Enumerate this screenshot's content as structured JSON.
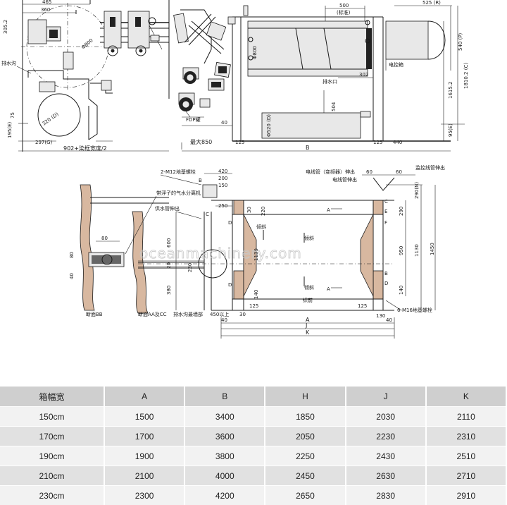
{
  "watermark": "oceanmachinery.com",
  "top_left_view": {
    "dims": [
      "465",
      "360",
      "305.2",
      "Φ800",
      "75",
      "320 (D)",
      "195(E)",
      "297(G)",
      "902+染框宽度/2"
    ],
    "labels": [
      "排水沟"
    ]
  },
  "top_right_view": {
    "dims": [
      "500",
      "(标准)",
      "525 (R)",
      "540 (P)",
      "1810.2 (C)",
      "1615.2",
      "Φ800",
      "302",
      "504",
      "Φ520 (D)",
      "40",
      "125",
      "最大850",
      "B",
      "125",
      "440",
      "95(E)"
    ],
    "labels": [
      "排水口",
      "FDP罐",
      "电控箱"
    ]
  },
  "bottom_sections": {
    "dims": [
      "80",
      "40",
      "80",
      "600",
      "20",
      "230",
      "380"
    ],
    "labels": [
      "断面BB",
      "断面AA及CC"
    ]
  },
  "plan_view": {
    "dims": [
      "420",
      "200",
      "150",
      "250",
      "30",
      "220",
      "1130",
      "140",
      "125",
      "450以上",
      "30",
      "40",
      "A",
      "J",
      "K",
      "60",
      "60",
      "290(N)",
      "290",
      "950",
      "1130",
      "1450",
      "140",
      "125",
      "130",
      "40"
    ],
    "labels": [
      "2-M12地基螺栓",
      "带浮子的气水分离机",
      "供水管伸出",
      "排水沟最墙部",
      "倾斜",
      "倾斜",
      "倾斜",
      "织前",
      "电线管（变频器）伸出",
      "电线管伸出",
      "监控线管伸出",
      "6-M16地基螺栓"
    ],
    "letters": [
      "B",
      "C",
      "D",
      "D",
      "C",
      "E",
      "F",
      "B",
      "D",
      "A",
      "A"
    ]
  },
  "table": {
    "headers": [
      "箱幅宽",
      "A",
      "B",
      "H",
      "J",
      "K"
    ],
    "rows": [
      [
        "150cm",
        "1500",
        "3400",
        "1850",
        "2030",
        "2110"
      ],
      [
        "170cm",
        "1700",
        "3600",
        "2050",
        "2230",
        "2310"
      ],
      [
        "190cm",
        "1900",
        "3800",
        "2250",
        "2430",
        "2510"
      ],
      [
        "210cm",
        "2100",
        "4000",
        "2450",
        "2630",
        "2710"
      ],
      [
        "230cm",
        "2300",
        "4200",
        "2650",
        "2830",
        "2910"
      ]
    ]
  }
}
